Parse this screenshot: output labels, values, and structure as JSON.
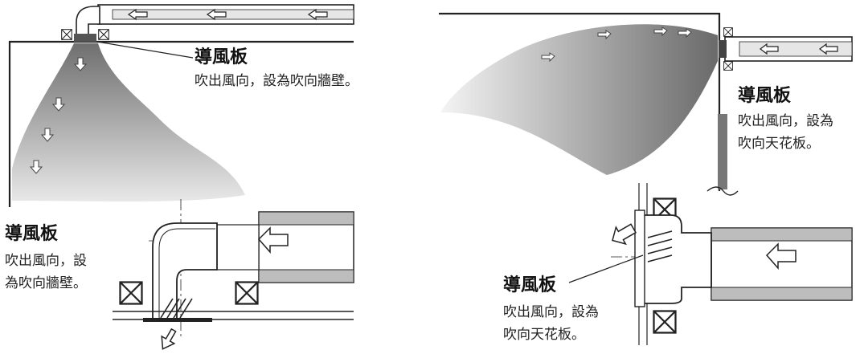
{
  "left_panel": {
    "ceiling_label": {
      "title": "導風板",
      "desc": "吹出風向，設為吹向牆壁。"
    },
    "detail_label": {
      "title": "導風板",
      "desc_line1": "吹出風向，設",
      "desc_line2": "為吹向牆壁。"
    }
  },
  "right_panel": {
    "wall_label": {
      "title": "導風板",
      "desc_line1": "吹出風向，設為",
      "desc_line2": "吹向天花板。"
    },
    "detail_label": {
      "title": "導風板",
      "desc_line1": "吹出風向，設為",
      "desc_line2": "吹向天花板。"
    }
  },
  "colors": {
    "line": "#222222",
    "airflow_dark": "#7a7a7a",
    "airflow_light": "#f2f2f2",
    "duct_fill": "#bdbdbd"
  }
}
